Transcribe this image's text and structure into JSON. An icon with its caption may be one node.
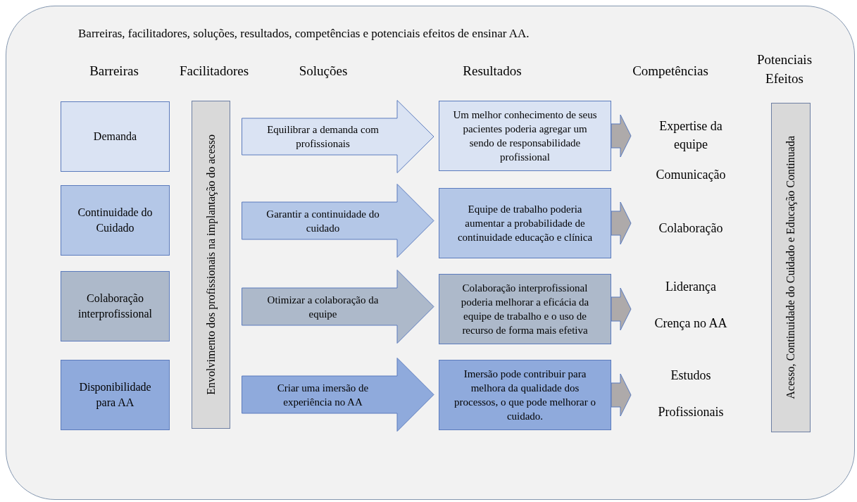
{
  "diagram": {
    "nodes": [
      {
        "text": [
          "Barreiras, facilitadores, soluções, resultados, competências e potenciais efeitos de ensinar AA."
        ]
      },
      {
        "text": [
          "Demanda"
        ],
        "in": 0
      },
      {
        "text": [
          "Continuidade do Cuidado"
        ],
        "in": 0
      },
      {
        "text": [
          "Colaboração interprofissional"
        ],
        "in": 0
      },
      {
        "text": [
          "Disponibilidade para AA"
        ],
        "in": 0
      },
      {
        "text": [
          "Envolvimento dos profissionais na implantação do acesso"
        ],
        "in": 0
      },
      {
        "text": [
          "Equilibrar a demanda com profissionais"
        ],
        "in": 0
      },
      {
        "text": [
          "Garantir a continuidade do cuidado"
        ],
        "in": 0
      },
      {
        "text": [
          "Otimizar a colaboração da equipe"
        ],
        "in": 0
      },
      {
        "text": [
          "Criar uma imersão de experiência no AA"
        ],
        "in": 0
      },
      {
        "text": [
          "Um melhor conhecimento de seus pacientes poderia agregar um sendo de responsabilidade profissional"
        ],
        "in": 0
      },
      {
        "text": [
          "Equipe de trabalho poderia aumentar a probabilidade de continuidade educação e clínica"
        ],
        "in": 0
      },
      {
        "text": [
          "Colaboração interprofissional poderia melhorar a eficácia da equipe de trabalho e o uso de recurso de forma mais efetiva"
        ],
        "in": 0
      },
      {
        "text": [
          "Imersão pode contribuir para melhora da qualidade dos processos, o que pode melhorar o cuidado."
        ],
        "in": 0
      },
      {
        "text": [
          "Expertise da equipe",
          "Comunicação"
        ],
        "in": 0
      },
      {
        "text": [
          "Colaboração"
        ],
        "in": 0
      },
      {
        "text": [
          "Liderança",
          "Crença no AA"
        ],
        "in": 0
      },
      {
        "text": [
          "Estudos",
          "Profissionais"
        ],
        "in": 0
      },
      {
        "text": [
          "Acesso, Continuidade do Cuidado e Educação Continuada"
        ],
        "in": 0
      }
    ],
    "edges": [
      {
        "from": 10,
        "to": 14,
        "arrow": "to"
      },
      {
        "from": 11,
        "to": 15,
        "arrow": "to"
      },
      {
        "from": 12,
        "to": 16,
        "arrow": "to"
      },
      {
        "from": 13,
        "to": 17,
        "arrow": "to"
      }
    ],
    "labels": [
      "Barreiras",
      "Facilitadores",
      "Soluções",
      "Resultados",
      "Competências",
      "Potenciais Efeitos"
    ]
  }
}
